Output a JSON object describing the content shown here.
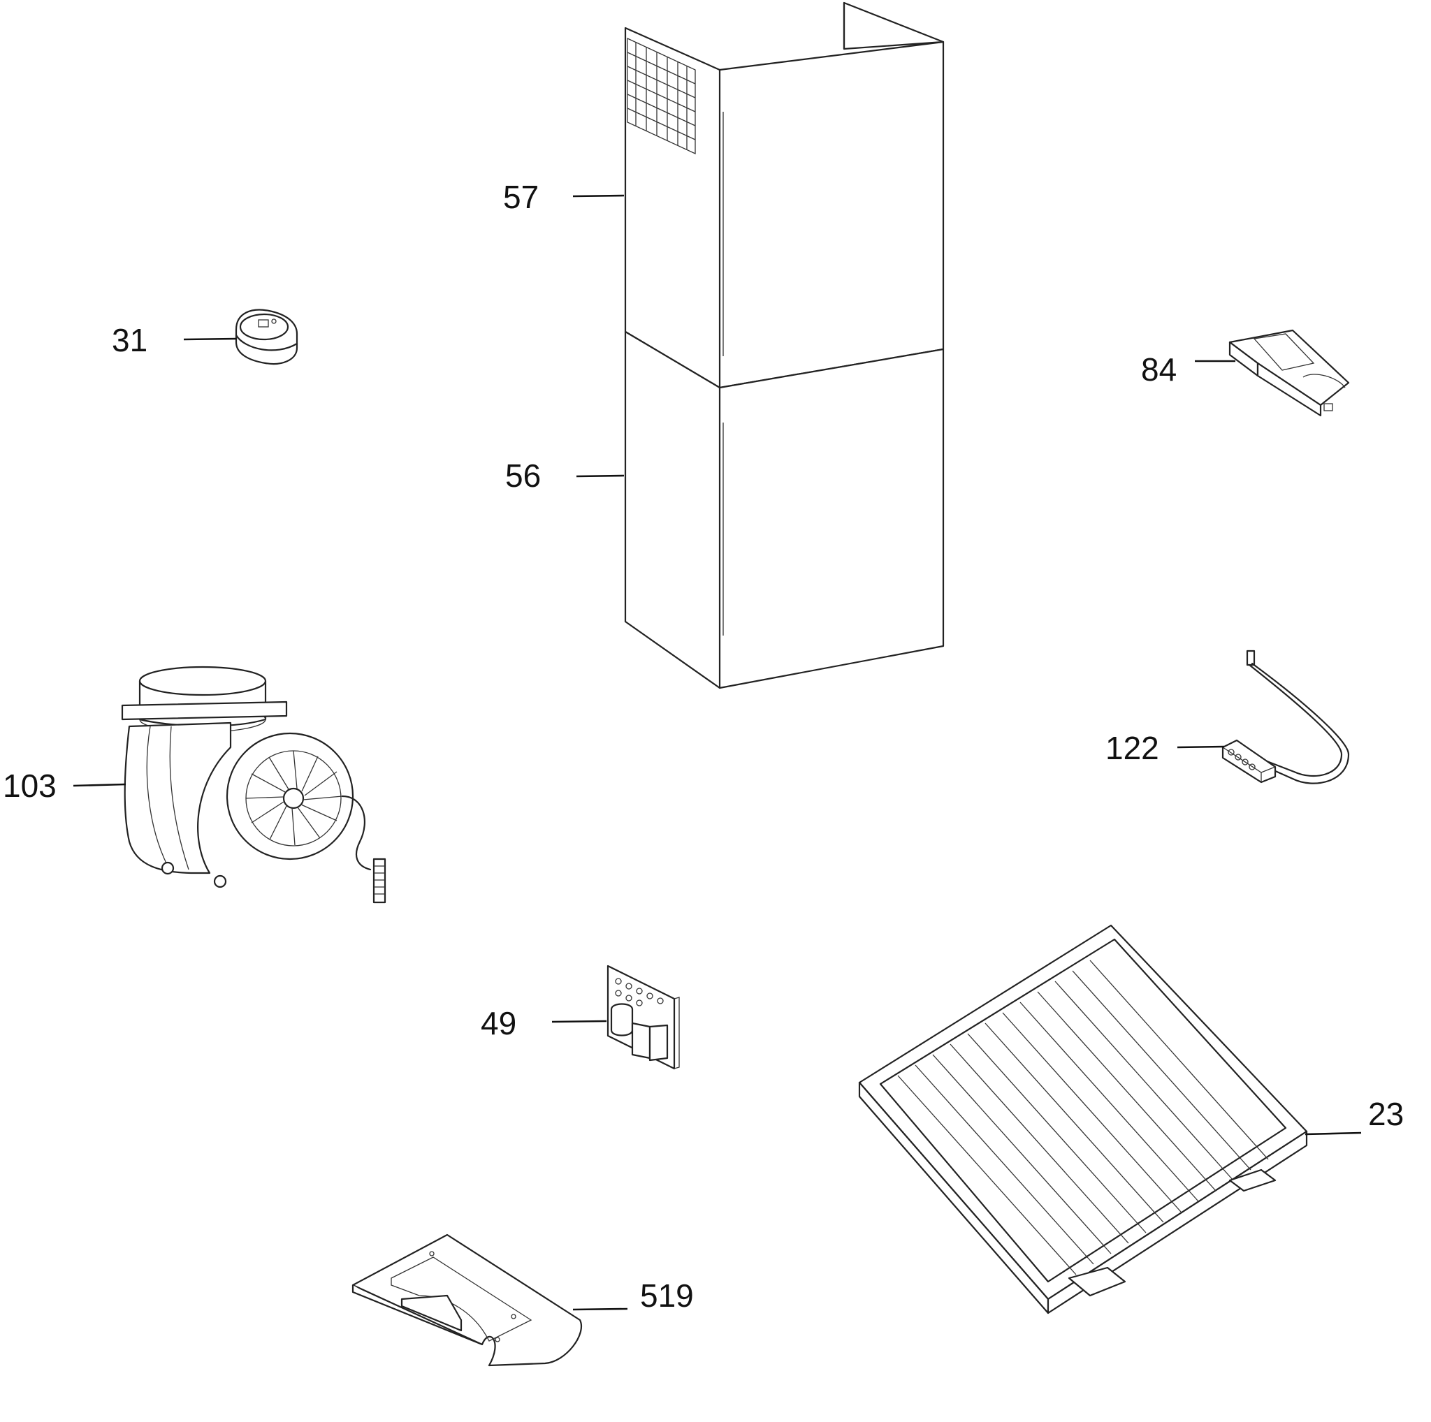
{
  "callouts": {
    "p57": "57",
    "p31": "31",
    "p84": "84",
    "p56": "56",
    "p122": "122",
    "p103": "103",
    "p49": "49",
    "p23": "23",
    "p519": "519"
  },
  "colors": {
    "line": "#222222",
    "background": "#ffffff"
  }
}
